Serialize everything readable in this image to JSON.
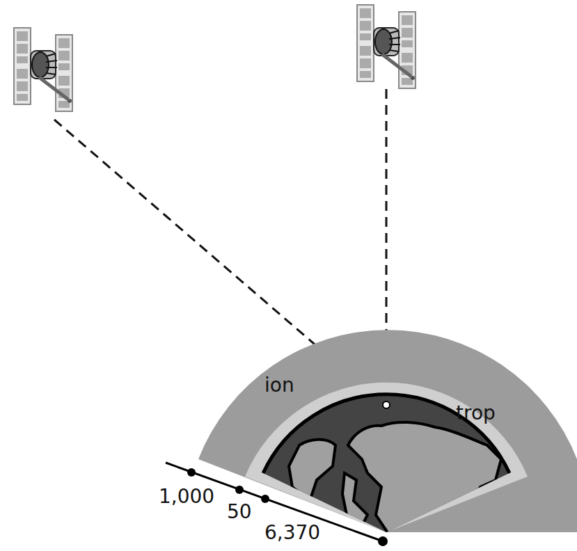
{
  "diagram": {
    "labels": [
      "ion",
      "trop",
      "1,000",
      "50",
      "6,370"
    ]
  }
}
